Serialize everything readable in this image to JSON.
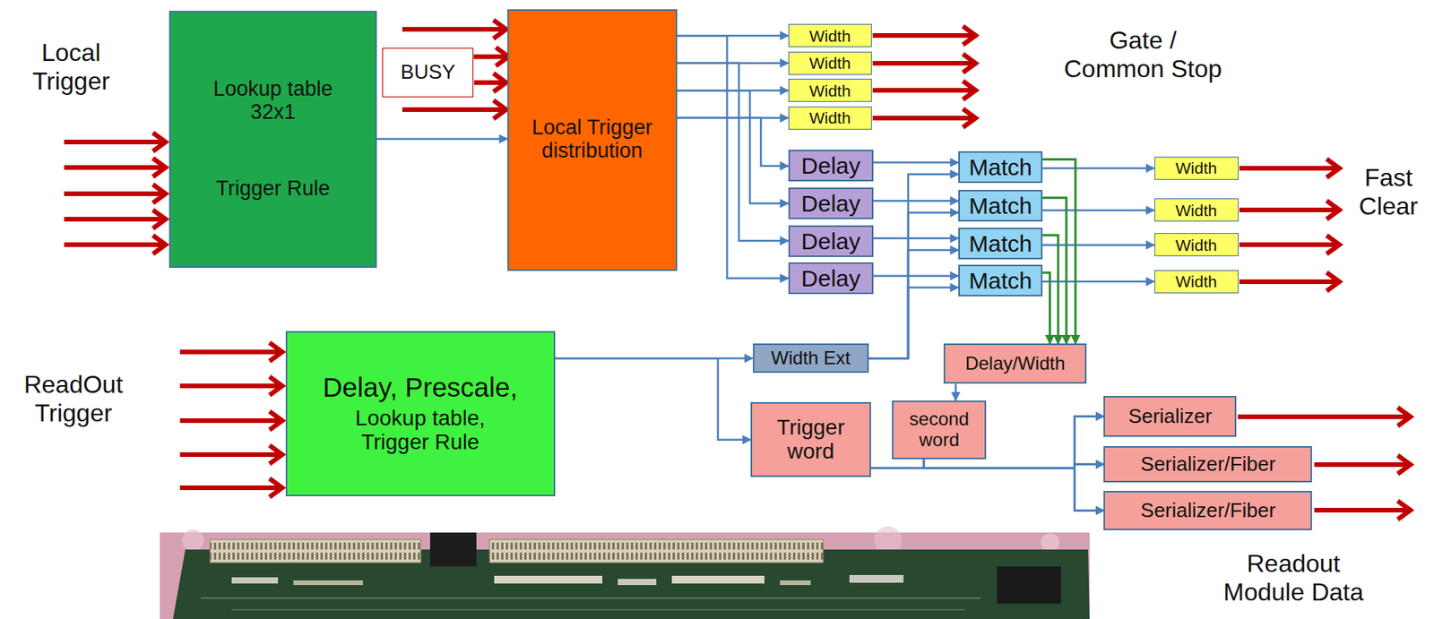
{
  "diagram": {
    "nodes": [
      {
        "text": [
          "Lookup table 32x1",
          "Trigger Rule"
        ]
      },
      {
        "text": [
          "BUSY"
        ]
      },
      {
        "text": [
          "Local Trigger distribution"
        ]
      },
      {
        "text": [
          "Width"
        ]
      },
      {
        "text": [
          "Width"
        ]
      },
      {
        "text": [
          "Width"
        ]
      },
      {
        "text": [
          "Width"
        ]
      },
      {
        "text": [
          "Delay"
        ]
      },
      {
        "text": [
          "Delay"
        ]
      },
      {
        "text": [
          "Delay"
        ]
      },
      {
        "text": [
          "Delay"
        ]
      },
      {
        "text": [
          "Match"
        ]
      },
      {
        "text": [
          "Match"
        ]
      },
      {
        "text": [
          "Match"
        ]
      },
      {
        "text": [
          "Match"
        ]
      },
      {
        "text": [
          "Width"
        ]
      },
      {
        "text": [
          "Width"
        ]
      },
      {
        "text": [
          "Width"
        ]
      },
      {
        "text": [
          "Width"
        ]
      },
      {
        "text": [
          "Delay, Prescale,",
          "Lookup table, Trigger Rule"
        ]
      },
      {
        "text": [
          "Width Ext"
        ]
      },
      {
        "text": [
          "Delay/Width"
        ]
      },
      {
        "text": [
          "Trigger word"
        ]
      },
      {
        "text": [
          "second word"
        ]
      },
      {
        "text": [
          "Serializer"
        ]
      },
      {
        "text": [
          "Serializer/Fiber"
        ]
      },
      {
        "text": [
          "Serializer/Fiber"
        ]
      }
    ],
    "edges": [
      {
        "from": 0,
        "to": 2,
        "arrow": "to"
      },
      {
        "from": 1,
        "to": 2,
        "arrow": "to"
      },
      {
        "from": 2,
        "to": 3,
        "arrow": "to"
      },
      {
        "from": 2,
        "to": 4,
        "arrow": "to"
      },
      {
        "from": 2,
        "to": 5,
        "arrow": "to"
      },
      {
        "from": 2,
        "to": 6,
        "arrow": "to"
      },
      {
        "from": 2,
        "to": 7,
        "arrow": "to"
      },
      {
        "from": 2,
        "to": 8,
        "arrow": "to"
      },
      {
        "from": 2,
        "to": 9,
        "arrow": "to"
      },
      {
        "from": 2,
        "to": 10,
        "arrow": "to"
      },
      {
        "from": 7,
        "to": 11,
        "arrow": "to"
      },
      {
        "from": 8,
        "to": 12,
        "arrow": "to"
      },
      {
        "from": 9,
        "to": 13,
        "arrow": "to"
      },
      {
        "from": 10,
        "to": 14,
        "arrow": "to"
      },
      {
        "from": 20,
        "to": 11,
        "arrow": "to"
      },
      {
        "from": 20,
        "to": 12,
        "arrow": "to"
      },
      {
        "from": 20,
        "to": 13,
        "arrow": "to"
      },
      {
        "from": 20,
        "to": 14,
        "arrow": "to"
      },
      {
        "from": 11,
        "to": 15,
        "arrow": "to"
      },
      {
        "from": 12,
        "to": 16,
        "arrow": "to"
      },
      {
        "from": 13,
        "to": 17,
        "arrow": "to"
      },
      {
        "from": 14,
        "to": 18,
        "arrow": "to"
      },
      {
        "from": 11,
        "to": 21,
        "arrow": "to"
      },
      {
        "from": 12,
        "to": 21,
        "arrow": "to"
      },
      {
        "from": 13,
        "to": 21,
        "arrow": "to"
      },
      {
        "from": 14,
        "to": 21,
        "arrow": "to"
      },
      {
        "from": 21,
        "to": 23,
        "arrow": "to"
      },
      {
        "from": 19,
        "to": 20,
        "arrow": "to"
      },
      {
        "from": 19,
        "to": 22,
        "arrow": "to"
      },
      {
        "from": 22,
        "to": 24,
        "arrow": "to"
      },
      {
        "from": 22,
        "to": 25,
        "arrow": "to"
      },
      {
        "from": 22,
        "to": 26,
        "arrow": "to"
      },
      {
        "from": 23,
        "to": 24,
        "arrow": "to"
      },
      {
        "from": 23,
        "to": 25,
        "arrow": "to"
      },
      {
        "from": 23,
        "to": 26,
        "arrow": "to"
      }
    ],
    "labels": [
      "Local Trigger",
      "Gate / Common Stop",
      "Fast Clear",
      "ReadOut Trigger",
      "Readout Module Data"
    ]
  }
}
